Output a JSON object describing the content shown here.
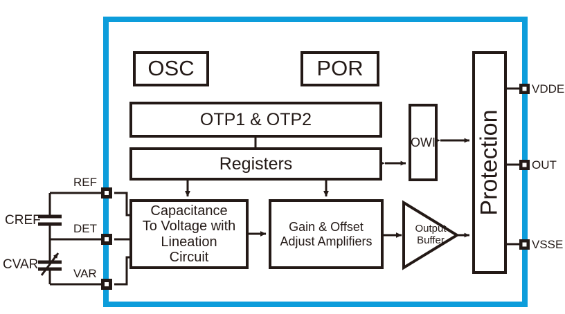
{
  "diagram": {
    "title": "Capacitive sensor signal conditioner block diagram",
    "colors": {
      "chip_border": "#0d9ddb",
      "block_line": "#231916",
      "background": "#ffffff"
    },
    "blocks": {
      "osc": "OSC",
      "por": "POR",
      "otp": "OTP1 & OTP2",
      "registers": "Registers",
      "capacitance": "Capacitance\nTo Voltage with\nLineation\nCircuit",
      "capacitance_line1": "Capacitance",
      "capacitance_line2": "To Voltage with",
      "capacitance_line3": "Lineation",
      "capacitance_line4": "Circuit",
      "gain_line1": "Gain & Offset",
      "gain_line2": "Adjust Amplifiers",
      "output_buffer_line1": "Output",
      "output_buffer_line2": "Buffer",
      "owi": "OWI",
      "protection": "Protection"
    },
    "pins_left": [
      {
        "name": "REF",
        "label": "REF"
      },
      {
        "name": "DET",
        "label": "DET"
      },
      {
        "name": "VAR",
        "label": "VAR"
      }
    ],
    "pins_right": [
      {
        "name": "VDDE",
        "label": "VDDE"
      },
      {
        "name": "OUT",
        "label": "OUT"
      },
      {
        "name": "VSSE",
        "label": "VSSE"
      }
    ],
    "external_components": [
      {
        "name": "CREF",
        "label": "CREF",
        "type": "fixed-capacitor"
      },
      {
        "name": "CVAR",
        "label": "CVAR",
        "type": "variable-capacitor"
      }
    ]
  }
}
